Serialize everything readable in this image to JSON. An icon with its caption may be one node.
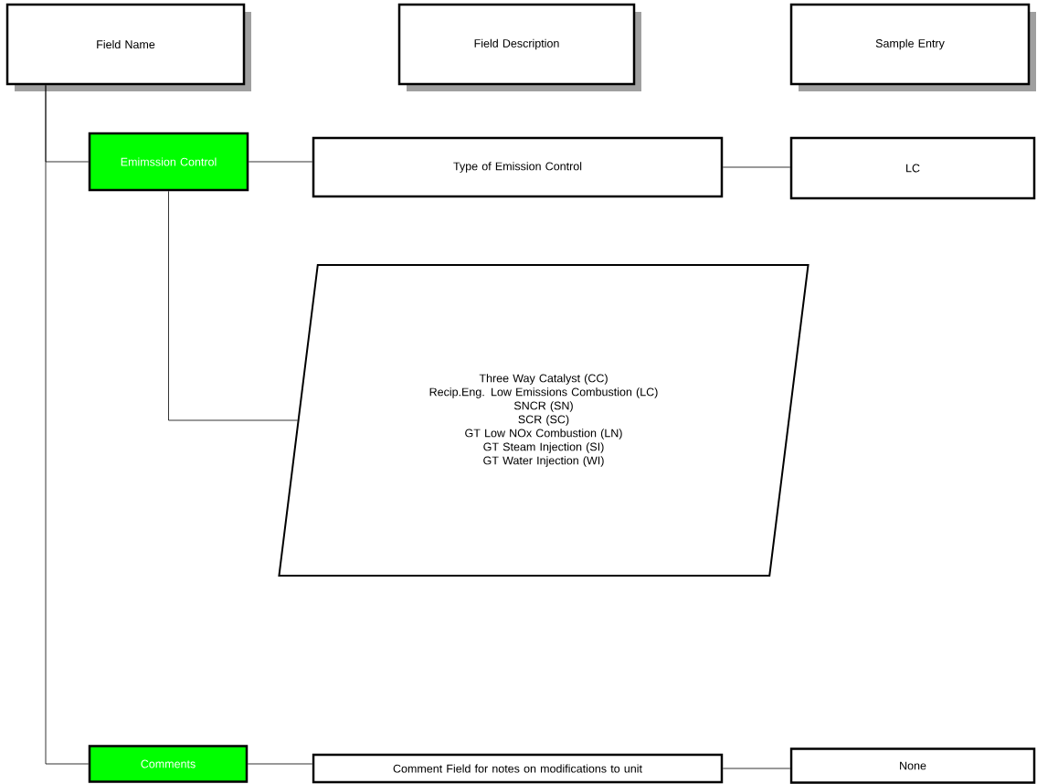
{
  "diagram": {
    "nodes": [
      {
        "text": [
          "Field Name"
        ]
      },
      {
        "text": [
          "Field Description"
        ]
      },
      {
        "text": [
          "Sample Entry"
        ]
      },
      {
        "text": [
          "Emimssion Control"
        ]
      },
      {
        "text": [
          "Type of Emission Control"
        ]
      },
      {
        "text": [
          "LC"
        ]
      },
      {
        "text": [
          "Three Way Catalyst (CC)",
          "Recip.Eng. Low Emissions Combustion (LC)",
          "SNCR (SN)",
          "SCR (SC)",
          "GT Low NOx Combustion (LN)",
          "GT Steam Injection (SI)",
          "GT Water Injection (WI)"
        ]
      },
      {
        "text": [
          "Comments"
        ]
      },
      {
        "text": [
          "Comment Field for notes on modifications to unit"
        ]
      },
      {
        "text": [
          "None"
        ]
      }
    ],
    "edges": [
      {
        "from": 0,
        "to": 3,
        "arrow": "none"
      },
      {
        "from": 0,
        "to": 7,
        "arrow": "none"
      },
      {
        "from": 3,
        "to": 4,
        "arrow": "none"
      },
      {
        "from": 4,
        "to": 5,
        "arrow": "none"
      },
      {
        "from": 3,
        "to": 6,
        "arrow": "none"
      },
      {
        "from": 7,
        "to": 8,
        "arrow": "none"
      },
      {
        "from": 8,
        "to": 9,
        "arrow": "none"
      }
    ]
  }
}
